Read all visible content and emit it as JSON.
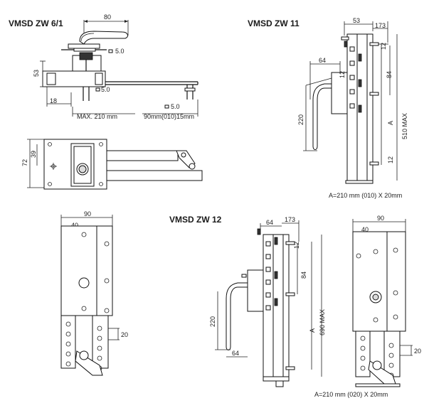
{
  "titles": {
    "zw61": "VMSD ZW 6/1",
    "zw11": "VMSD ZW 11",
    "zw12": "VMSD ZW 12"
  },
  "zw61": {
    "dim_80": "80",
    "dim_50a": "5.0",
    "dim_53": "53",
    "dim_50b": "5.0",
    "dim_50c": "5.0",
    "dim_18": "18",
    "max_210": "MAX. 210 mm",
    "dim_90_15": "90mm(010)15mm",
    "dim_72": "72",
    "dim_39": "39"
  },
  "zw11": {
    "dim_53": "53",
    "dim_173": "173",
    "dim_12a": "12",
    "dim_64": "64",
    "dim_12b": "12",
    "dim_84": "84",
    "dim_220": "220",
    "dim_a": "A",
    "dim_510": "510 MAX",
    "dim_12c": "12",
    "note": "A=210 mm (010) X 20mm"
  },
  "zw12_left": {
    "dim_90": "90",
    "dim_40": "40",
    "dim_20": "20"
  },
  "zw12_mid": {
    "dim_64a": "64",
    "dim_173": "173",
    "dim_12": "12",
    "dim_84": "84",
    "dim_220": "220",
    "dim_a": "A",
    "dim_690": "690 MAX",
    "dim_64b": "64"
  },
  "zw12_right": {
    "dim_90": "90",
    "dim_40": "40",
    "dim_20": "20",
    "note": "A=210 mm (020) X 20mm"
  }
}
